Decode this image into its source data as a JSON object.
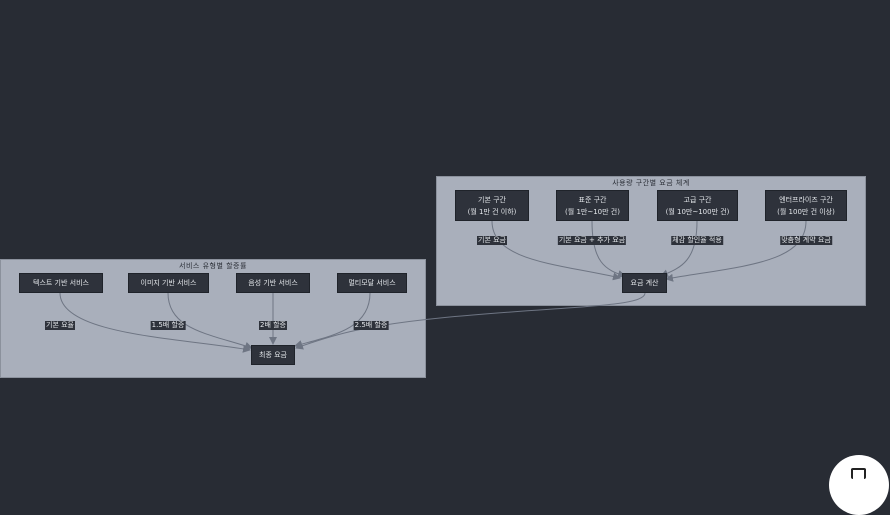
{
  "usage_group": {
    "title": "사용량 구간별 요금 체계",
    "nodes": {
      "basic": [
        "기본 구간",
        "(월 1만 건 이하)"
      ],
      "standard": [
        "표준 구간",
        "(월 1만~10만 건)"
      ],
      "premium": [
        "고급 구간",
        "(월 10만~100만 건)"
      ],
      "enterprise": [
        "엔터프라이즈 구간",
        "(월 100만 건 이상)"
      ],
      "calc": "요금 계산"
    },
    "edge_labels": {
      "basic": "기본 요금",
      "standard": "기본 요금 + 추가 요금",
      "premium": "체감 할인율 적용",
      "enterprise": "맞춤형 계약 요금"
    }
  },
  "service_group": {
    "title": "서비스 유형별 할증률",
    "nodes": {
      "text": "텍스트 기반 서비스",
      "image": "이미지 기반 서비스",
      "voice": "음성 기반 서비스",
      "multimodal": "멀티모달 서비스",
      "final": "최종 요금"
    },
    "edge_labels": {
      "text": "기본 요율",
      "image": "1.5배 할증",
      "voice": "2배 할증",
      "multimodal": "2.5배 할증"
    }
  },
  "colors": {
    "background": "#282c34",
    "group_fill": "#a9afbb",
    "node_fill": "#2e323b",
    "edge": "#6e7583"
  }
}
